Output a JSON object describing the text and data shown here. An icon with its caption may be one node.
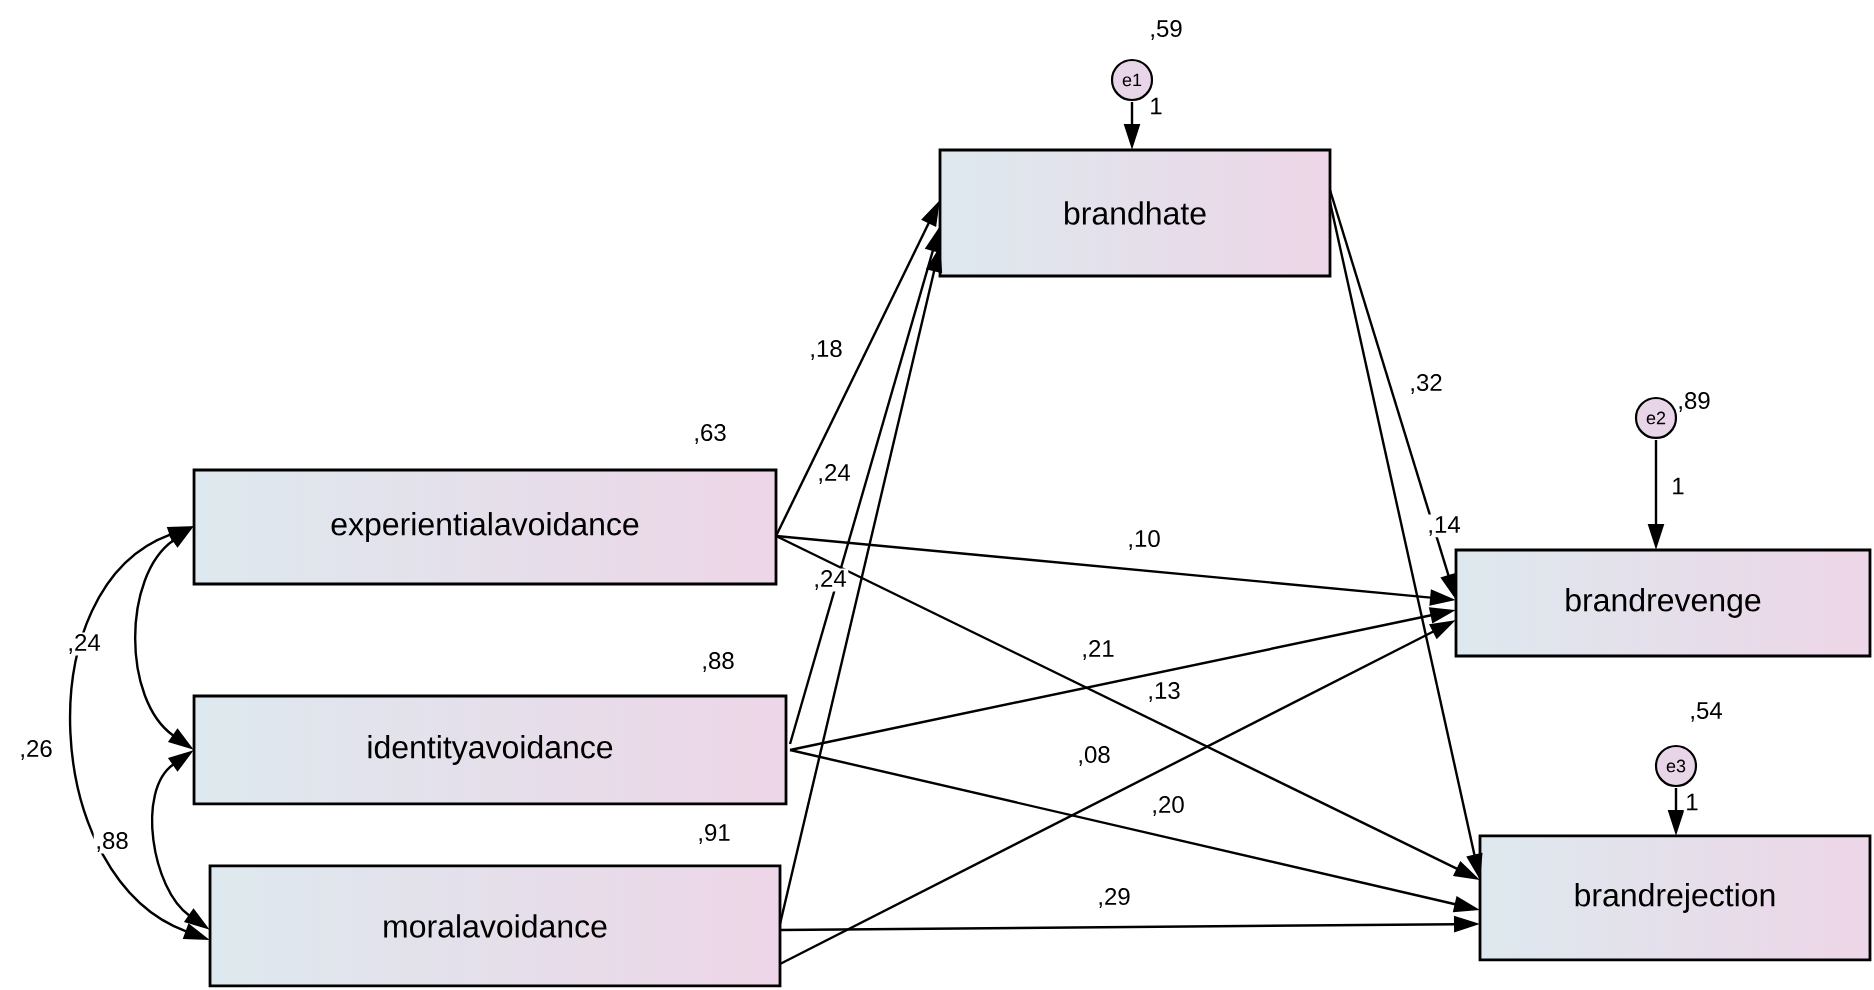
{
  "diagram": {
    "nodes": [
      {
        "text": [
          "e1"
        ],
        "beside": [
          ",59"
        ]
      },
      {
        "text": [
          "brandhate"
        ]
      },
      {
        "text": [
          "e2"
        ],
        "beside": [
          ",89"
        ]
      },
      {
        "text": [
          "experientialavoidance"
        ],
        "beside": [
          ",63"
        ]
      },
      {
        "text": [
          "brandrevenge"
        ]
      },
      {
        "text": [
          "identityavoidance"
        ],
        "beside": [
          ",88"
        ]
      },
      {
        "text": [
          "e3"
        ],
        "beside": [
          ",54"
        ]
      },
      {
        "text": [
          "brandrejection"
        ]
      },
      {
        "text": [
          "moralavoidance"
        ],
        "beside": [
          ",91"
        ]
      }
    ],
    "edges": [
      {
        "from": 0,
        "to": 1,
        "arrow": "to",
        "label": "1"
      },
      {
        "from": 2,
        "to": 4,
        "arrow": "to",
        "label": "1"
      },
      {
        "from": 6,
        "to": 7,
        "arrow": "to",
        "label": "1"
      },
      {
        "from": 3,
        "to": 1,
        "arrow": "to",
        "label": ",18"
      },
      {
        "from": 5,
        "to": 1,
        "arrow": "to",
        "label": ",24"
      },
      {
        "from": 8,
        "to": 1,
        "arrow": "to",
        "label": ",24"
      },
      {
        "from": 1,
        "to": 4,
        "arrow": "to",
        "label": ",32"
      },
      {
        "from": 1,
        "to": 7,
        "arrow": "to",
        "label": ",14"
      },
      {
        "from": 3,
        "to": 4,
        "arrow": "to",
        "label": ",10"
      },
      {
        "from": 3,
        "to": 7,
        "arrow": "to",
        "label": ",13"
      },
      {
        "from": 5,
        "to": 4,
        "arrow": "to",
        "label": ",21"
      },
      {
        "from": 5,
        "to": 7,
        "arrow": "to",
        "label": ",20"
      },
      {
        "from": 8,
        "to": 4,
        "arrow": "to",
        "label": ",08"
      },
      {
        "from": 8,
        "to": 7,
        "arrow": "to",
        "label": ",29"
      },
      {
        "from": 3,
        "to": 5,
        "arrow": "both",
        "label": ",24"
      },
      {
        "from": 5,
        "to": 8,
        "arrow": "both",
        "label": ",88"
      },
      {
        "from": 3,
        "to": 8,
        "arrow": "both",
        "label": ",26"
      }
    ]
  }
}
